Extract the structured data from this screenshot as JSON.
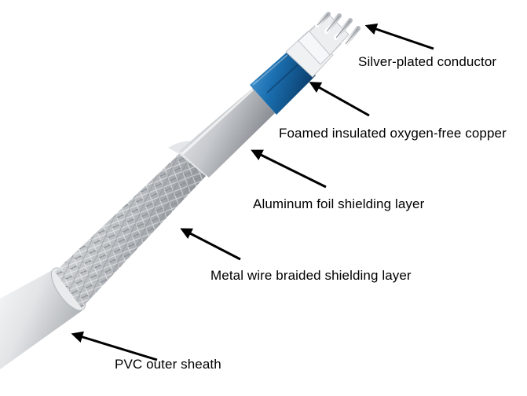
{
  "labels": {
    "conductor": "Silver-plated conductor",
    "foam_insulation": "Foamed insulated oxygen-free copper",
    "foil_shield": "Aluminum foil shielding layer",
    "braid_shield": "Metal wire braided shielding layer",
    "outer_sheath": "PVC outer sheath"
  },
  "colors": {
    "sheath": "#e4e6e8",
    "braid": "#b9bcc0",
    "foil": "#c9ccd0",
    "foam_insulation": "#1a6fb0",
    "conductor_insulation": "#ecedef",
    "conductor": "#c0c3c7",
    "arrow": "#000000"
  }
}
